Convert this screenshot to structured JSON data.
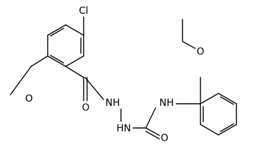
{
  "molecule": {
    "atoms": [
      {
        "key": "cl",
        "label": "Cl"
      },
      {
        "key": "o_methoxy",
        "label": "O"
      },
      {
        "key": "o_ethoxy",
        "label": "O"
      },
      {
        "key": "o_carbonyl_1",
        "label": "O"
      },
      {
        "key": "o_carbonyl_2",
        "label": "O"
      },
      {
        "key": "nh_1",
        "label": "NH"
      },
      {
        "key": "nh_2",
        "label": "HN"
      },
      {
        "key": "nh_3",
        "label": "NH"
      }
    ]
  }
}
